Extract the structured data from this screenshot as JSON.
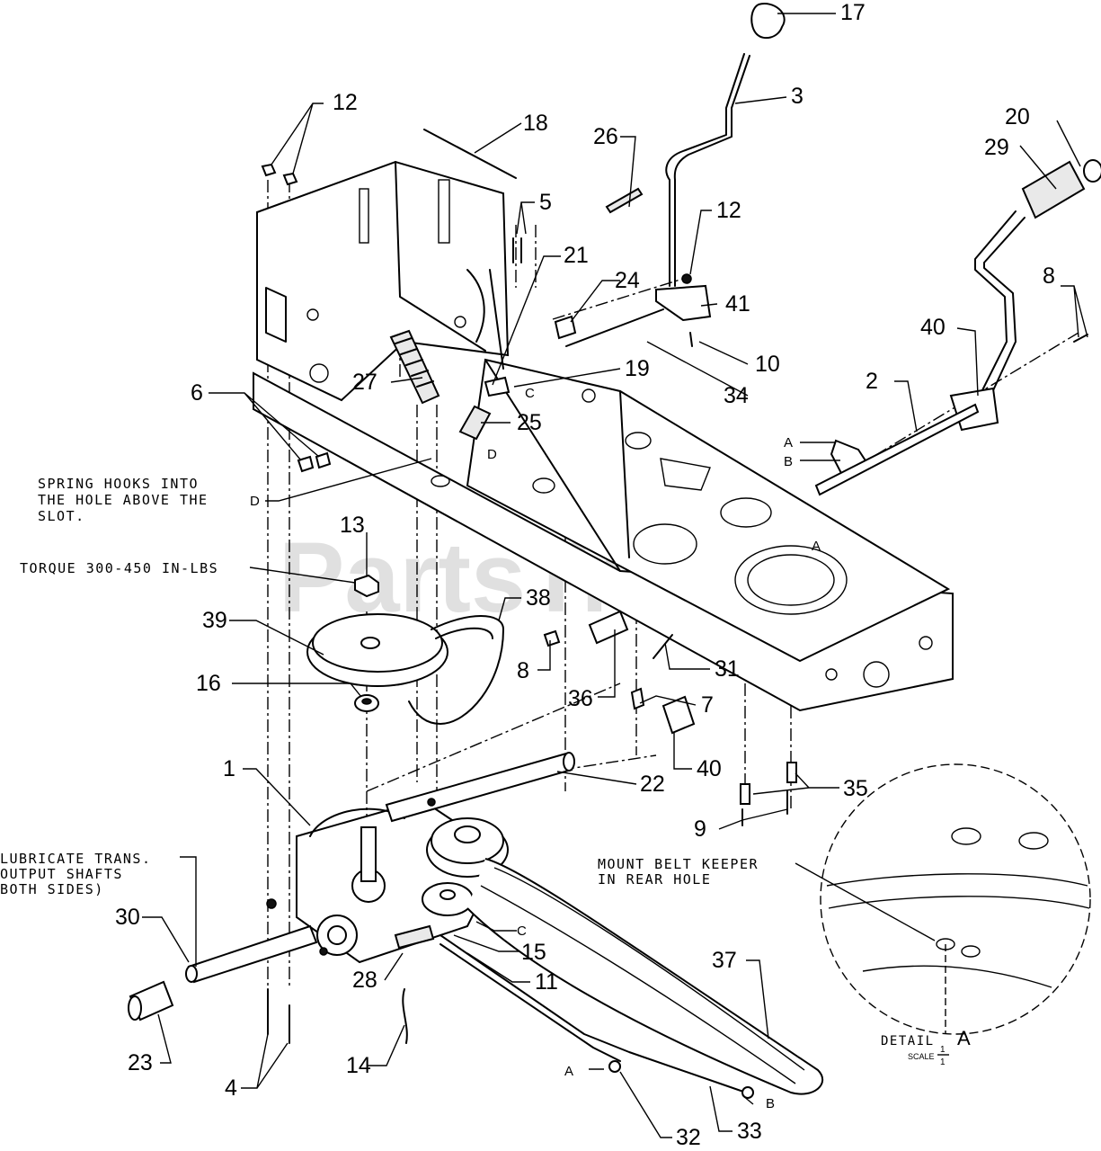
{
  "watermark": "PartsTree",
  "callouts": {
    "n1": "1",
    "n2": "2",
    "n3": "3",
    "n4": "4",
    "n5": "5",
    "n6": "6",
    "n7": "7",
    "n8a": "8",
    "n8b": "8",
    "n9": "9",
    "n10": "10",
    "n11": "11",
    "n12a": "12",
    "n12b": "12",
    "n13": "13",
    "n14": "14",
    "n15": "15",
    "n16": "16",
    "n17": "17",
    "n18": "18",
    "n19": "19",
    "n20": "20",
    "n21": "21",
    "n22": "22",
    "n23": "23",
    "n24": "24",
    "n25": "25",
    "n26": "26",
    "n27": "27",
    "n28": "28",
    "n29": "29",
    "n30": "30",
    "n31": "31",
    "n32": "32",
    "n33": "33",
    "n34": "34",
    "n35": "35",
    "n36": "36",
    "n37": "37",
    "n38": "38",
    "n39": "39",
    "n40a": "40",
    "n40b": "40",
    "n41": "41"
  },
  "letters": {
    "a_lever": "A",
    "b_lever": "B",
    "c_bracket": "C",
    "d_spring": "D",
    "d_note": "D",
    "c_trans": "C",
    "a_bottom": "A",
    "b_bottom": "B",
    "a_detail": "A"
  },
  "notes": {
    "spring_line1": "SPRING HOOKS INTO",
    "spring_line2": "THE HOLE ABOVE THE",
    "spring_line3": "SLOT.",
    "torque": "TORQUE 300-450 IN-LBS",
    "lube_line1": "LUBRICATE TRANS.",
    "lube_line2": "OUTPUT SHAFTS",
    "lube_line3": "BOTH SIDES)",
    "keeper_line1": "MOUNT BELT KEEPER",
    "keeper_line2": "IN REAR HOLE"
  },
  "detail": {
    "title": "DETAIL",
    "letter": "A",
    "scale_label": "SCALE",
    "scale_top": "1",
    "scale_bottom": "1"
  }
}
